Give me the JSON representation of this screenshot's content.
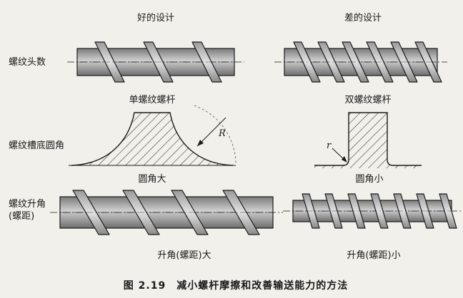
{
  "headers": {
    "good": "好的设计",
    "bad": "差的设计"
  },
  "rows": {
    "thread_starts": "螺纹头数",
    "root_fillet": "螺纹槽底圆角",
    "lead_angle_line1": "螺纹升角",
    "lead_angle_line2": "(螺距)"
  },
  "labels": {
    "single_flight": "单螺纹螺杆",
    "double_flight": "双螺纹螺杆",
    "large_fillet": "圆角大",
    "small_fillet": "圆角小",
    "large_lead": "升角(螺距)大",
    "small_lead": "升角(螺距)小",
    "big_radius": "R",
    "small_radius": "r"
  },
  "caption": "图 2.19　减小螺杆摩擦和改善输送能力的方法",
  "colors": {
    "ink": "#1a1a1a",
    "shaft": "#a8a8a8",
    "flight": "#c8c8c8",
    "bg": "#f2f0ea"
  }
}
